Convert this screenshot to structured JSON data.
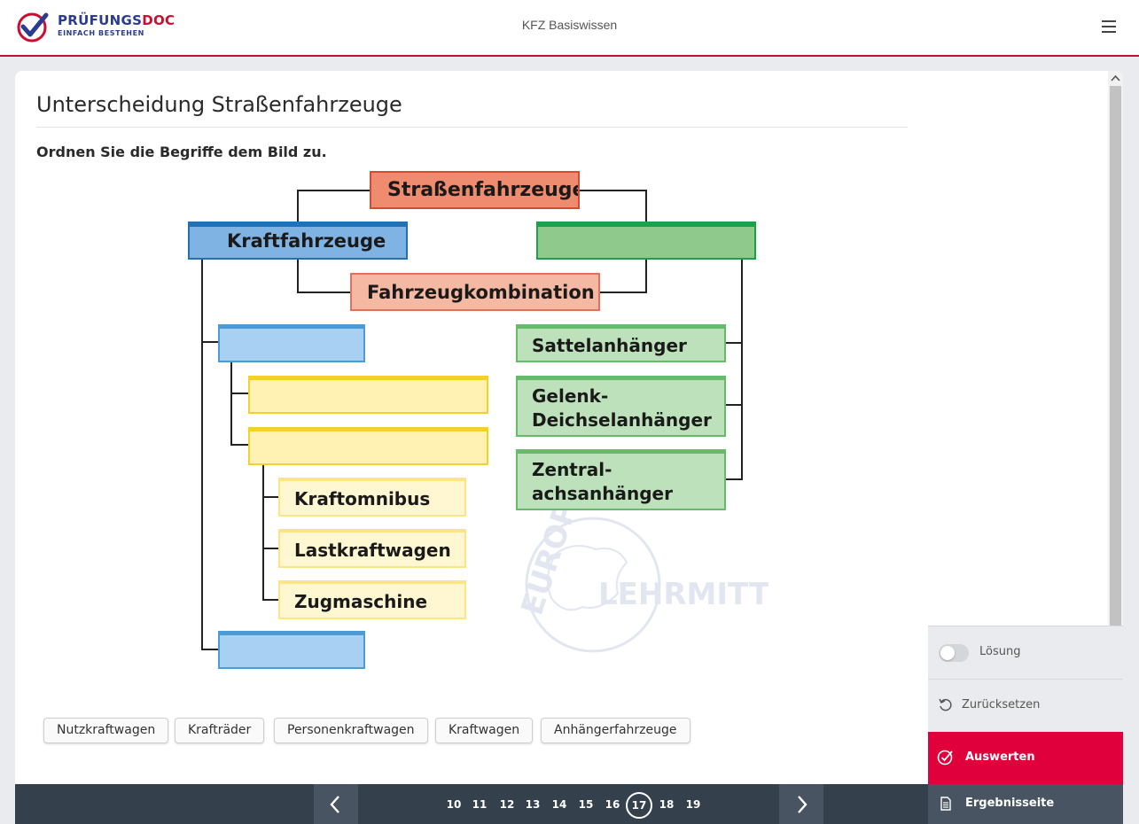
{
  "header": {
    "logo_title_a": "PRÜFUNGS",
    "logo_title_b": "DOC",
    "logo_subtitle": "EINFACH BESTEHEN",
    "title": "KFZ Basiswissen"
  },
  "question": {
    "title": "Unterscheidung Straßenfahrzeuge",
    "instruction": "Ordnen Sie die Begriffe dem Bild zu."
  },
  "diagram": {
    "root": "Straßenfahrzeuge",
    "kraftfahrzeuge": "Kraftfahrzeuge",
    "kombination": "Fahrzeugkombination",
    "sattel": "Sattelanhänger",
    "gelenk_1": "Gelenk-",
    "gelenk_2": "Deichselanhänger",
    "zentral_1": "Zentral-",
    "zentral_2": "achsanhänger",
    "kraftomnibus": "Kraftomnibus",
    "lastkraftwagen": "Lastkraftwagen",
    "zugmaschine": "Zugmaschine",
    "watermark_top": "EUROPA",
    "watermark_bottom": "LEHRMITTEL"
  },
  "terms": [
    "Nutzkraftwagen",
    "Krafträder",
    "Personenkraftwagen",
    "Kraftwagen",
    "Anhängerfahrzeuge"
  ],
  "pagination": {
    "pages": [
      "10",
      "11",
      "12",
      "13",
      "14",
      "15",
      "16",
      "17",
      "18",
      "19"
    ],
    "current": "17"
  },
  "side_panel": {
    "solution_label": "Lösung",
    "reset_label": "Zurücksetzen",
    "evaluate_label": "Auswerten",
    "results_label": "Ergebnisseite"
  },
  "colors": {
    "brand_red": "#c8102e",
    "brand_blue": "#2a3c8f",
    "evaluate": "#e0003b",
    "nav_dark": "#34404c"
  }
}
